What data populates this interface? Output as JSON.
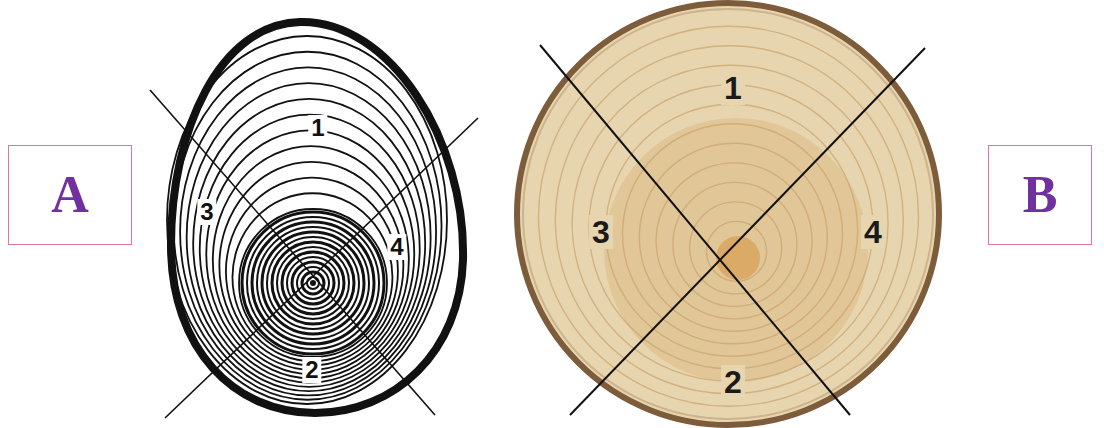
{
  "diagram": {
    "nodes": [
      {
        "text": [
          "A"
        ]
      },
      {
        "text": [
          "B"
        ]
      }
    ],
    "labels": [
      "1",
      "3",
      "4",
      "2",
      "1",
      "3",
      "4",
      "2"
    ]
  }
}
